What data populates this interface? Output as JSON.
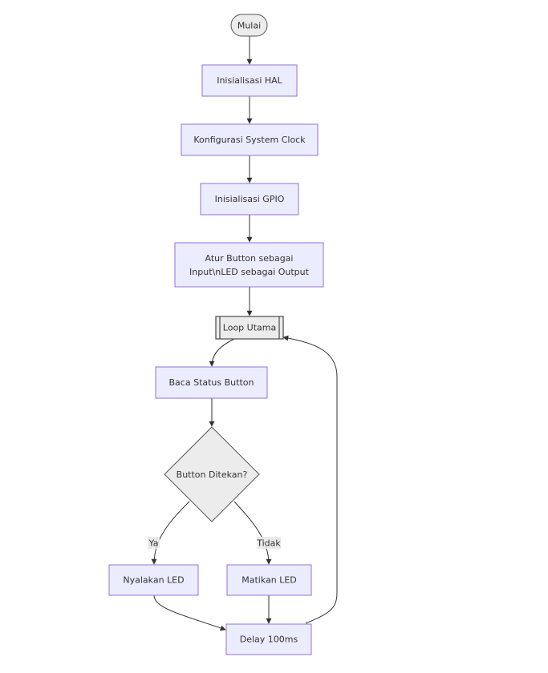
{
  "diagram": {
    "nodes": {
      "start": "Mulai",
      "init_hal": "Inisialisasi HAL",
      "config_clock": "Konfigurasi System Clock",
      "init_gpio": "Inisialisasi GPIO",
      "set_io_line1": "Atur Button sebagai",
      "set_io_line2": "Input\\nLED sebagai Output",
      "main_loop": "Loop Utama",
      "read_button": "Baca Status Button",
      "decision": "Button Ditekan?",
      "led_on": "Nyalakan LED",
      "led_off": "Matikan LED",
      "delay": "Delay 100ms"
    },
    "edge_labels": {
      "yes": "Ya",
      "no": "Tidak"
    }
  }
}
